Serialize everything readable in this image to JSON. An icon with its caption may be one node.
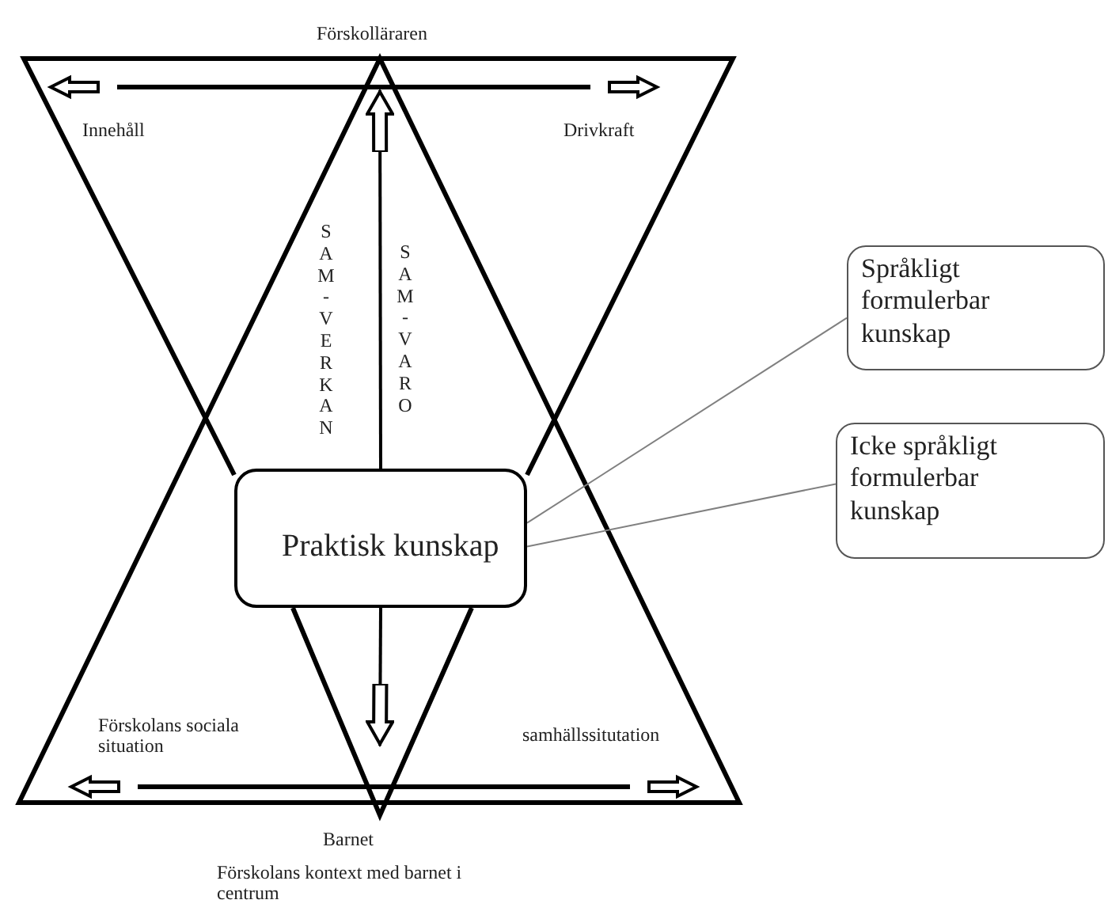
{
  "diagram": {
    "caption": "Förskolans kontext med barnet i centrum",
    "nodes": [
      {
        "text": [
          "Praktisk kunskap"
        ]
      },
      {
        "text": [
          "Språkligt formulerbar kunskap"
        ]
      },
      {
        "text": [
          "Icke språkligt formulerbar kunskap"
        ]
      }
    ],
    "edges": [
      {
        "from": 0,
        "to": null,
        "arrow": "to"
      },
      {
        "from": 0,
        "to": null,
        "arrow": "to"
      },
      {
        "from": 1,
        "to": 0,
        "arrow": "none",
        "color": "#808080"
      },
      {
        "from": 2,
        "to": 0,
        "arrow": "none",
        "color": "#808080"
      }
    ],
    "labels": [
      "Förskolläraren",
      "Innehåll",
      "Drivkraft",
      "SAM-VERKAN",
      "SAM-VARO",
      "Förskolans sociala situation",
      "samhällssitutation",
      "Barnet"
    ]
  }
}
